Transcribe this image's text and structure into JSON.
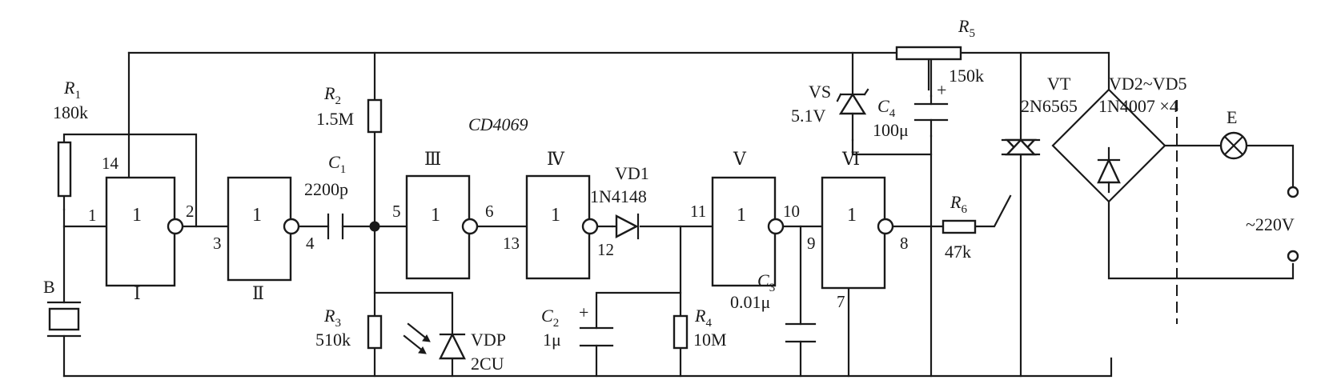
{
  "ic": "CD4069",
  "gates": {
    "I": "Ⅰ",
    "II": "Ⅱ",
    "III": "Ⅲ",
    "IV": "Ⅳ",
    "V": "Ⅴ",
    "VI": "Ⅵ",
    "symbol": "1"
  },
  "pins": {
    "p1": "1",
    "p2": "2",
    "p3": "3",
    "p4": "4",
    "p5": "5",
    "p6": "6",
    "p7": "7",
    "p8": "8",
    "p9": "9",
    "p10": "10",
    "p11": "11",
    "p12": "12",
    "p13": "13",
    "p14": "14"
  },
  "r1": {
    "ref": "R",
    "sub": "1",
    "value": "180k"
  },
  "r2": {
    "ref": "R",
    "sub": "2",
    "value": "1.5M"
  },
  "r3": {
    "ref": "R",
    "sub": "3",
    "value": "510k"
  },
  "r4": {
    "ref": "R",
    "sub": "4",
    "value": "10M"
  },
  "r5": {
    "ref": "R",
    "sub": "5",
    "value": "150k"
  },
  "r6": {
    "ref": "R",
    "sub": "6",
    "value": "47k"
  },
  "c1": {
    "ref": "C",
    "sub": "1",
    "value": "2200p"
  },
  "c2": {
    "ref": "C",
    "sub": "2",
    "value": "1μ"
  },
  "c3": {
    "ref": "C",
    "sub": "3",
    "value": "0.01μ"
  },
  "c4": {
    "ref": "C",
    "sub": "4",
    "value": "100μ"
  },
  "plus": "+",
  "b": {
    "ref": "B"
  },
  "vdp": {
    "ref": "VDP",
    "value": "2CU"
  },
  "vd1": {
    "ref": "VD1",
    "value": "1N4148"
  },
  "vs": {
    "ref": "VS",
    "value": "5.1V"
  },
  "vt": {
    "ref": "VT",
    "value": "2N6565"
  },
  "bridge": {
    "ref": "VD2~VD5",
    "value": "1N4007 ×4"
  },
  "lamp": {
    "ref": "E"
  },
  "supply": {
    "value": "~220V"
  }
}
